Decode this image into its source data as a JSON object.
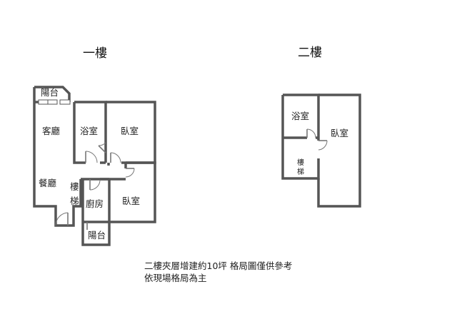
{
  "floor1": {
    "title": "一樓",
    "rooms": {
      "balcony_top": "陽台",
      "living": "客廳",
      "bath": "浴室",
      "bedroom_a": "臥室",
      "dining": "餐廳",
      "stairs": "樓梯",
      "kitchen": "廚房",
      "bedroom_b": "臥室",
      "balcony_bottom": "陽台"
    }
  },
  "floor2": {
    "title": "二樓",
    "rooms": {
      "bath": "浴室",
      "stairs": "樓梯",
      "bedroom": "臥室"
    }
  },
  "notes": {
    "line1": "二樓夾層增建約10坪 格局圖僅供參考",
    "line2": "依現場格局為主"
  }
}
